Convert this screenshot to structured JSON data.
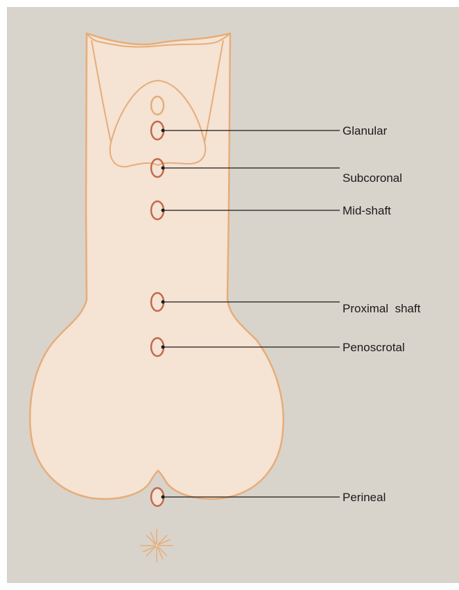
{
  "colors": {
    "background": "#d9d4cb",
    "skin_fill": "#f5e3d3",
    "outline": "#e6ad7a",
    "meatus_ring": "#c06a4c",
    "leader_line": "#1a1a1a"
  },
  "sites": [
    {
      "id": "glanular",
      "label": "Glanular"
    },
    {
      "id": "subcoronal",
      "label": "Subcoronal"
    },
    {
      "id": "mid-shaft",
      "label": "Mid-shaft"
    },
    {
      "id": "proximal-shaft",
      "label": "Proximal  shaft"
    },
    {
      "id": "penoscrotal",
      "label": "Penoscrotal"
    },
    {
      "id": "perineal",
      "label": "Perineal"
    }
  ],
  "icons": {
    "normal_meatus": "oval-outline-icon",
    "anus": "anus-starburst-icon"
  }
}
